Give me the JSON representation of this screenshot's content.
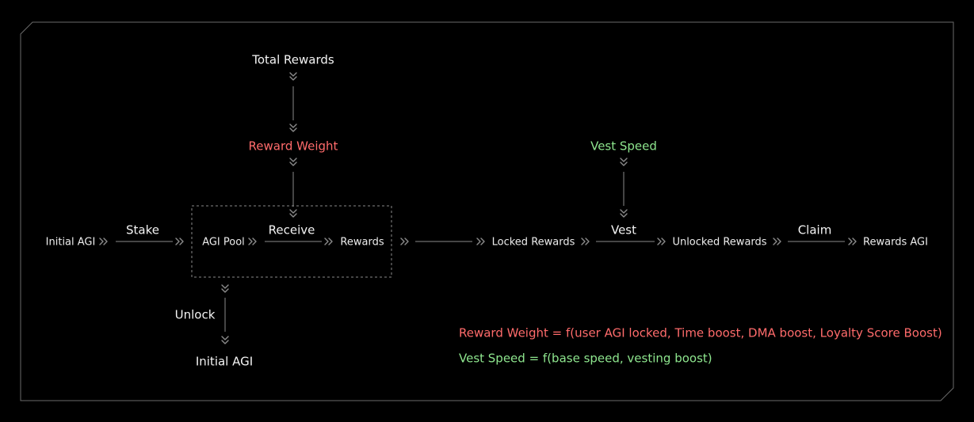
{
  "colors": {
    "background": "#000000",
    "frame": "#6a6a6a",
    "line": "#8a8a8a",
    "chevron": "#8c8c8c",
    "reward_weight": "#ff6b6b",
    "vest_speed": "#8ee68e",
    "text": "#f2f2f2"
  },
  "nodes": {
    "total_rewards": "Total Rewards",
    "reward_weight": "Reward Weight",
    "vest_speed": "Vest Speed",
    "initial_agi": "Initial AGI",
    "agi_pool": "AGI Pool",
    "rewards": "Rewards",
    "locked_rewards": "Locked Rewards",
    "unlocked_rewards": "Unlocked Rewards",
    "rewards_agi": "Rewards AGI",
    "initial_agi_bottom": "Initial AGI"
  },
  "edges": {
    "stake": "Stake",
    "receive": "Receive",
    "vest": "Vest",
    "claim": "Claim",
    "unlock": "Unlock"
  },
  "formulas": {
    "reward_weight": "Reward Weight = f(user AGI locked, Time boost, DMA boost, Loyalty Score Boost)",
    "vest_speed": "Vest Speed = f(base speed, vesting boost)"
  },
  "icons": {
    "chevron": "double-chevron-icon"
  }
}
